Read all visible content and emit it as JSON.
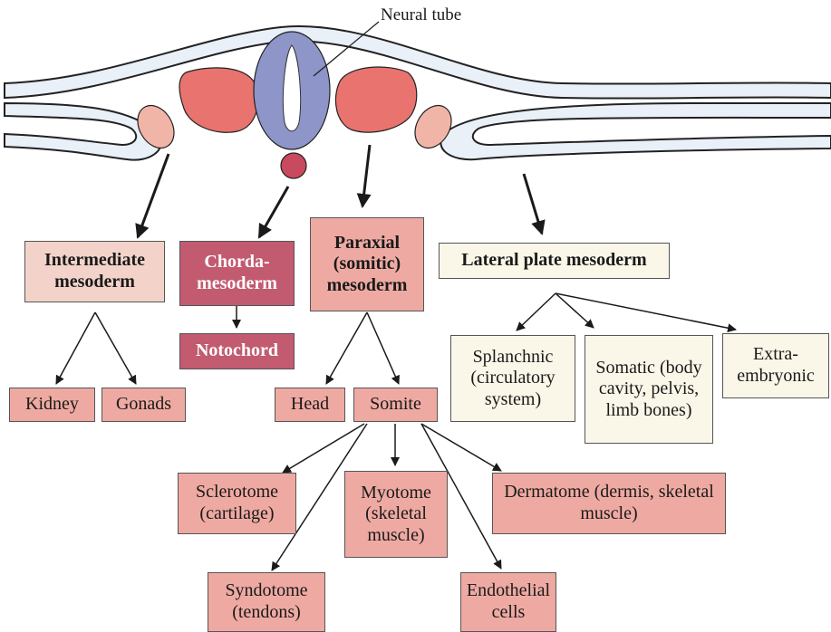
{
  "labels": {
    "neural_tube": "Neural tube"
  },
  "boxes": {
    "intermediate": "Intermediate mesoderm",
    "chordamesoderm": "Chorda-mesoderm",
    "paraxial": "Paraxial (somitic) mesoderm",
    "lateral_plate": "Lateral plate mesoderm",
    "notochord": "Notochord",
    "kidney": "Kidney",
    "gonads": "Gonads",
    "head": "Head",
    "somite": "Somite",
    "splanchnic": "Splanchnic (circulatory system)",
    "somatic": "Somatic (body cavity, pelvis, limb bones)",
    "extraembryonic": "Extra-embryonic",
    "sclerotome": "Sclerotome (cartilage)",
    "myotome": "Myotome (skeletal muscle)",
    "dermatome": "Dermatome (dermis, skeletal muscle)",
    "syndotome": "Syndotome (tendons)",
    "endothelial": "Endothelial cells"
  },
  "colors": {
    "ectoderm_fill": "#e9f0f7",
    "neural_tube": "#8d95c9",
    "somite_tissue": "#e8736f",
    "intermediate_tissue": "#f1b5a8",
    "notochord_tissue": "#c94a5e",
    "box_pink": "#eeaaa2",
    "box_light_pink": "#f3d3c9",
    "box_rose": "#c25b70",
    "box_cream": "#faf6e8"
  }
}
